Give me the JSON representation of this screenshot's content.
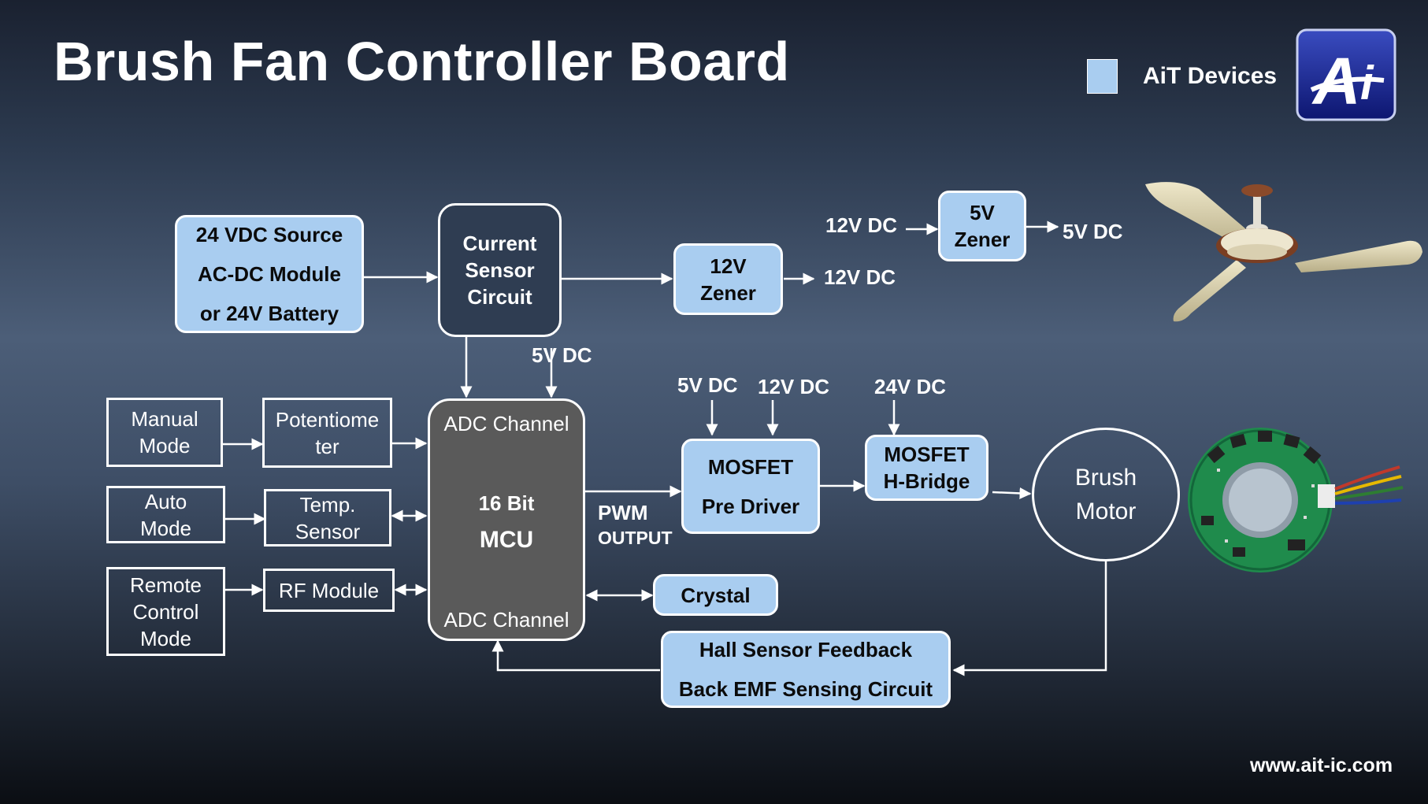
{
  "title": "Brush Fan Controller Board",
  "legend": {
    "label": "AiT Devices",
    "color": "#a9cdf0"
  },
  "logo": {
    "icon": "ait-logo-icon",
    "text": "Ai"
  },
  "source_box": {
    "line1": "24 VDC Source",
    "line2": "AC-DC Module",
    "line3": "or 24V Battery"
  },
  "current_sensor": {
    "line1": "Current",
    "line2": "Sensor",
    "line3": "Circuit"
  },
  "zener12": {
    "line1": "12V",
    "line2": "Zener"
  },
  "zener5": {
    "line1": "5V",
    "line2": "Zener"
  },
  "labels": {
    "in12_to_5v": "12V DC",
    "out_5v": "5V DC",
    "out_12v": "12V DC",
    "mcu_5v": "5V DC",
    "pre_5v": "5V DC",
    "pre_12v": "12V DC",
    "hb_24v": "24V DC",
    "pwm": "PWM",
    "pwm_output": "OUTPUT"
  },
  "modes": {
    "manual": {
      "line1": "Manual",
      "line2": "Mode"
    },
    "auto": {
      "line1": "Auto",
      "line2": "Mode"
    },
    "remote": {
      "line1": "Remote",
      "line2": "Control",
      "line3": "Mode"
    }
  },
  "inputs": {
    "potentiometer": {
      "line1": "Potentiome",
      "line2": "ter"
    },
    "temp": {
      "line1": "Temp.",
      "line2": "Sensor"
    },
    "rf": "RF Module"
  },
  "mcu": {
    "adc_top": "ADC Channel",
    "bits": "16 Bit",
    "name": "MCU",
    "adc_bottom": "ADC Channel"
  },
  "predriver": {
    "line1": "MOSFET",
    "line2": "Pre Driver"
  },
  "hbridge": {
    "line1": "MOSFET",
    "line2": "H-Bridge"
  },
  "motor": {
    "line1": "Brush",
    "line2": "Motor"
  },
  "crystal": "Crystal",
  "feedback": {
    "line1": "Hall Sensor Feedback",
    "line2": "Back EMF Sensing Circuit"
  },
  "images": {
    "fan": "ceiling-fan-image",
    "board": "controller-pcb-image"
  },
  "url": "www.ait-ic.com"
}
